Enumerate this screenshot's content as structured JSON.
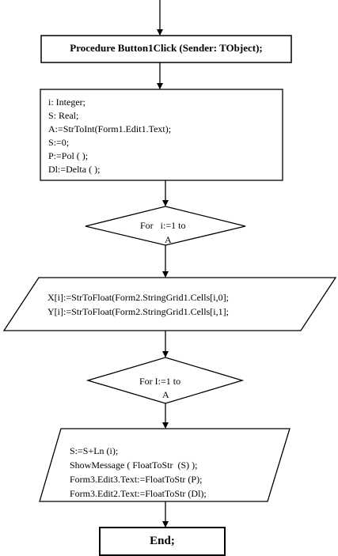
{
  "nodes": {
    "procedure": {
      "text": "Procedure Button1Click (Sender: TObject);"
    },
    "declarations": {
      "lines": [
        "i: Integer;",
        "S: Real;",
        "A:=StrToInt(Form1.Edit1.Text);",
        "S:=0;",
        "P:=Pol ( );",
        "Dl:=Delta ( );"
      ]
    },
    "loop1": {
      "line1": "For   i:=1 to",
      "line2": "A"
    },
    "read_io": {
      "lines": [
        "X[i]:=StrToFloat(Form2.StringGrid1.Cells[i,0];",
        "Y[i]:=StrToFloat(Form2.StringGrid1.Cells[i,1];"
      ]
    },
    "loop2": {
      "line1": "For I:=1 to",
      "line2": "A"
    },
    "output_io": {
      "lines": [
        "S:=S+Ln (i);",
        "ShowMessage ( FloatToStr  (S) );",
        "Form3.Edit3.Text:=FloatToStr (P);",
        "Form3.Edit2.Text:=FloatToStr (Dl);"
      ]
    },
    "end": {
      "text": "End;"
    }
  }
}
